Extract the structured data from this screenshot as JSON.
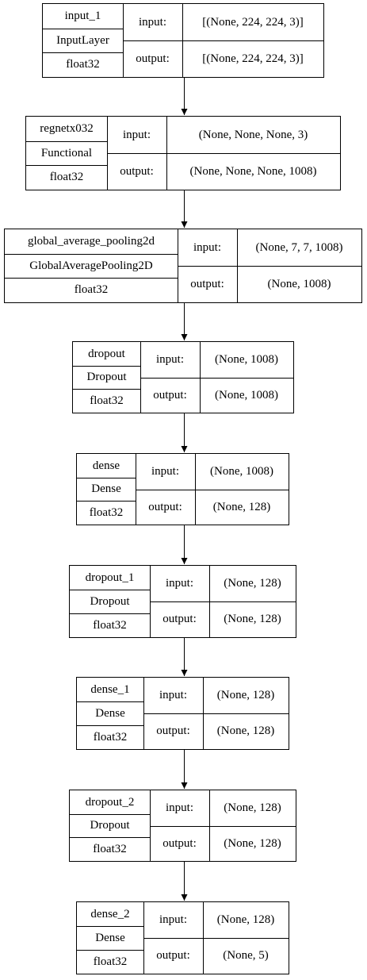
{
  "layers": [
    {
      "name": "input_1",
      "class": "InputLayer",
      "dtype": "float32",
      "in_label": "input:",
      "out_label": "output:",
      "input_shape": "[(None, 224, 224, 3)]",
      "output_shape": "[(None, 224, 224, 3)]"
    },
    {
      "name": "regnetx032",
      "class": "Functional",
      "dtype": "float32",
      "in_label": "input:",
      "out_label": "output:",
      "input_shape": "(None, None, None, 3)",
      "output_shape": "(None, None, None, 1008)"
    },
    {
      "name": "global_average_pooling2d",
      "class": "GlobalAveragePooling2D",
      "dtype": "float32",
      "in_label": "input:",
      "out_label": "output:",
      "input_shape": "(None, 7, 7, 1008)",
      "output_shape": "(None, 1008)"
    },
    {
      "name": "dropout",
      "class": "Dropout",
      "dtype": "float32",
      "in_label": "input:",
      "out_label": "output:",
      "input_shape": "(None, 1008)",
      "output_shape": "(None, 1008)"
    },
    {
      "name": "dense",
      "class": "Dense",
      "dtype": "float32",
      "in_label": "input:",
      "out_label": "output:",
      "input_shape": "(None, 1008)",
      "output_shape": "(None, 128)"
    },
    {
      "name": "dropout_1",
      "class": "Dropout",
      "dtype": "float32",
      "in_label": "input:",
      "out_label": "output:",
      "input_shape": "(None, 128)",
      "output_shape": "(None, 128)"
    },
    {
      "name": "dense_1",
      "class": "Dense",
      "dtype": "float32",
      "in_label": "input:",
      "out_label": "output:",
      "input_shape": "(None, 128)",
      "output_shape": "(None, 128)"
    },
    {
      "name": "dropout_2",
      "class": "Dropout",
      "dtype": "float32",
      "in_label": "input:",
      "out_label": "output:",
      "input_shape": "(None, 128)",
      "output_shape": "(None, 128)"
    },
    {
      "name": "dense_2",
      "class": "Dense",
      "dtype": "float32",
      "in_label": "input:",
      "out_label": "output:",
      "input_shape": "(None, 128)",
      "output_shape": "(None, 5)"
    }
  ]
}
